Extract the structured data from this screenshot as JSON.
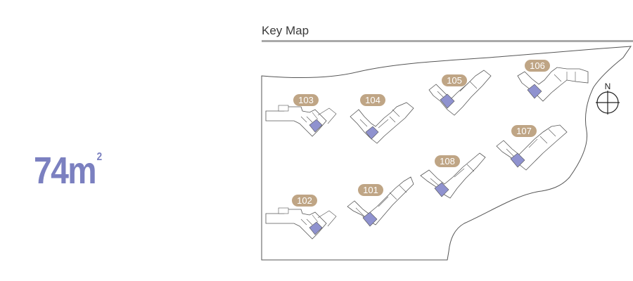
{
  "unit_area": {
    "value": "74m",
    "superscript": "2"
  },
  "key_map": {
    "title": "Key Map",
    "north_label": "N",
    "colors": {
      "area_text": "#7b80c0",
      "badge_fill": "#bfa585",
      "highlight_fill": "#8f92cf",
      "outline": "#555555",
      "rule": "#a9a9a9"
    },
    "buildings": [
      {
        "label": "103"
      },
      {
        "label": "104"
      },
      {
        "label": "105"
      },
      {
        "label": "106"
      },
      {
        "label": "107"
      },
      {
        "label": "108"
      },
      {
        "label": "101"
      },
      {
        "label": "102"
      }
    ]
  }
}
